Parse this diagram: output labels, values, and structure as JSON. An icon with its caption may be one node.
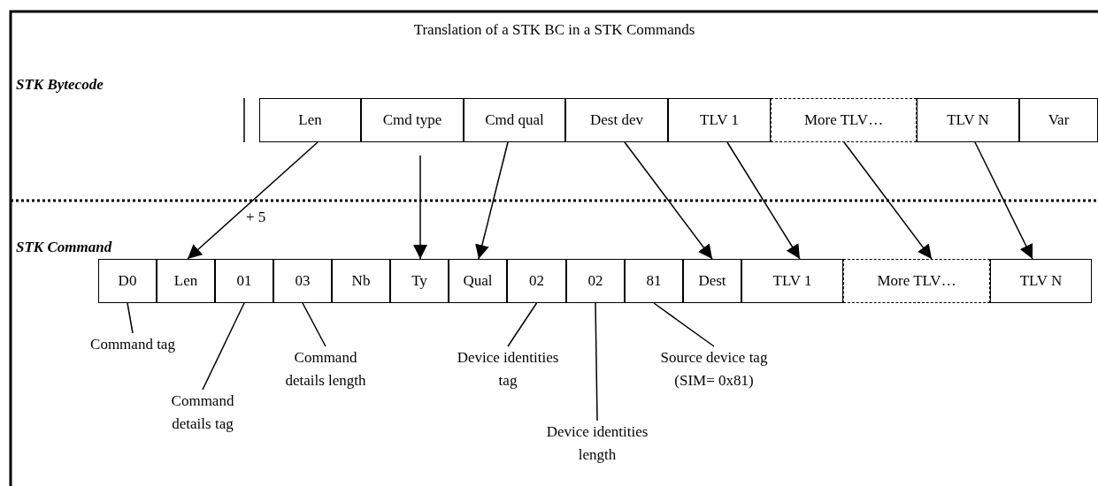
{
  "diagram": {
    "title": "Translation of a STK BC in a STK Commands",
    "nodes": [
      {
        "text": [
          "Len"
        ]
      },
      {
        "text": [
          "Cmd type"
        ]
      },
      {
        "text": [
          "Cmd qual"
        ]
      },
      {
        "text": [
          "Dest dev"
        ]
      },
      {
        "text": [
          "TLV 1"
        ]
      },
      {
        "text": [
          "More TLV…"
        ]
      },
      {
        "text": [
          "TLV N"
        ]
      },
      {
        "text": [
          "Var"
        ]
      },
      {
        "text": [
          "D0"
        ]
      },
      {
        "text": [
          "Len"
        ]
      },
      {
        "text": [
          "01"
        ]
      },
      {
        "text": [
          "03"
        ]
      },
      {
        "text": [
          "Nb"
        ]
      },
      {
        "text": [
          "Ty"
        ]
      },
      {
        "text": [
          "Qual"
        ]
      },
      {
        "text": [
          "02"
        ]
      },
      {
        "text": [
          "02"
        ]
      },
      {
        "text": [
          "81"
        ]
      },
      {
        "text": [
          "Dest"
        ]
      },
      {
        "text": [
          "TLV 1"
        ]
      },
      {
        "text": [
          "More TLV…"
        ]
      },
      {
        "text": [
          "TLV N"
        ]
      },
      {
        "text": [
          "Command tag"
        ]
      },
      {
        "text": [
          "Command details tag"
        ]
      },
      {
        "text": [
          "Command details length"
        ]
      },
      {
        "text": [
          "Device identities tag"
        ]
      },
      {
        "text": [
          "Device identities length"
        ]
      },
      {
        "text": [
          "Source device tag (SIM= 0x81)"
        ]
      }
    ],
    "edges": [
      {
        "from": 0,
        "to": 9,
        "arrow": "to",
        "label": "+ 5"
      },
      {
        "from": 1,
        "to": 13,
        "arrow": "to"
      },
      {
        "from": 2,
        "to": 14,
        "arrow": "to"
      },
      {
        "from": 3,
        "to": 18,
        "arrow": "to"
      },
      {
        "from": 4,
        "to": 19,
        "arrow": "to"
      },
      {
        "from": 5,
        "to": 20,
        "arrow": "to"
      },
      {
        "from": 6,
        "to": 21,
        "arrow": "to"
      },
      {
        "from": 22,
        "to": 8,
        "arrow": "none"
      },
      {
        "from": 23,
        "to": 10,
        "arrow": "none"
      },
      {
        "from": 24,
        "to": 11,
        "arrow": "none"
      },
      {
        "from": 25,
        "to": 15,
        "arrow": "none"
      },
      {
        "from": 26,
        "to": 16,
        "arrow": "none"
      },
      {
        "from": 27,
        "to": 17,
        "arrow": "none"
      }
    ],
    "labels": [
      "STK Bytecode",
      "STK Command"
    ]
  }
}
